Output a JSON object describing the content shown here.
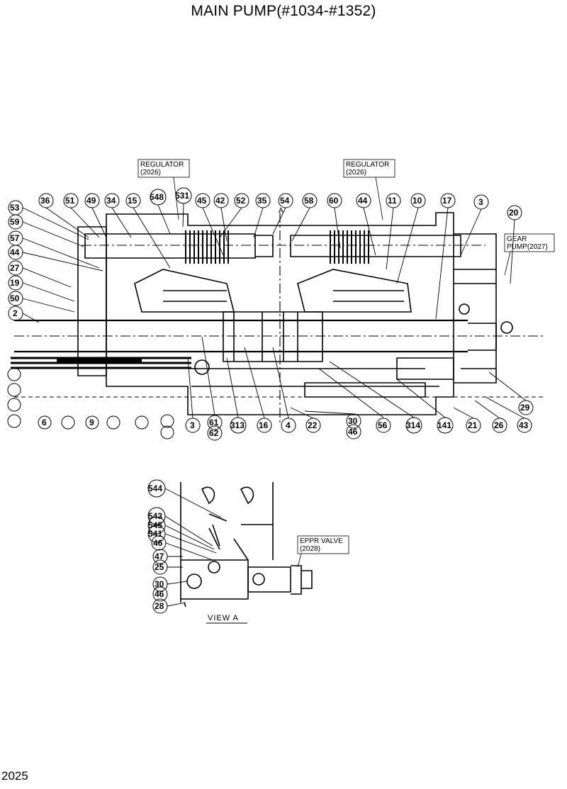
{
  "title": "MAIN PUMP(#1034-#1352)",
  "page_number": "2025",
  "callouts": {
    "regulator_left": {
      "name": "REGULATOR",
      "code": "(2026)"
    },
    "regulator_right": {
      "name": "REGULATOR",
      "code": "(2026)"
    },
    "gear_pump": {
      "name": "GEAR",
      "code": "PUMP(2027)"
    },
    "eppr_valve": {
      "name": "EPPR VALVE",
      "code": "(2028)"
    }
  },
  "view_marker": "A",
  "view_label": "VIEW   A",
  "main_view_parts": [
    "53",
    "59",
    "57",
    "44",
    "27",
    "19",
    "50",
    "2",
    "36",
    "51",
    "49",
    "34",
    "15",
    "548",
    "531",
    "45",
    "42",
    "52",
    "35",
    "54",
    "58",
    "60",
    "44",
    "11",
    "10",
    "17",
    "3",
    "20",
    "29",
    "43",
    "26",
    "21",
    "141",
    "314",
    "56",
    "30",
    "46",
    "22",
    "4",
    "16",
    "313",
    "61",
    "62",
    "3",
    "6",
    "9"
  ],
  "view_a_parts": [
    "544",
    "543",
    "545",
    "541",
    "46",
    "47",
    "25",
    "30",
    "46",
    "28"
  ],
  "icons": {
    "cross_section": "pump-cross-section-drawing",
    "detail": "view-a-detail-drawing"
  }
}
